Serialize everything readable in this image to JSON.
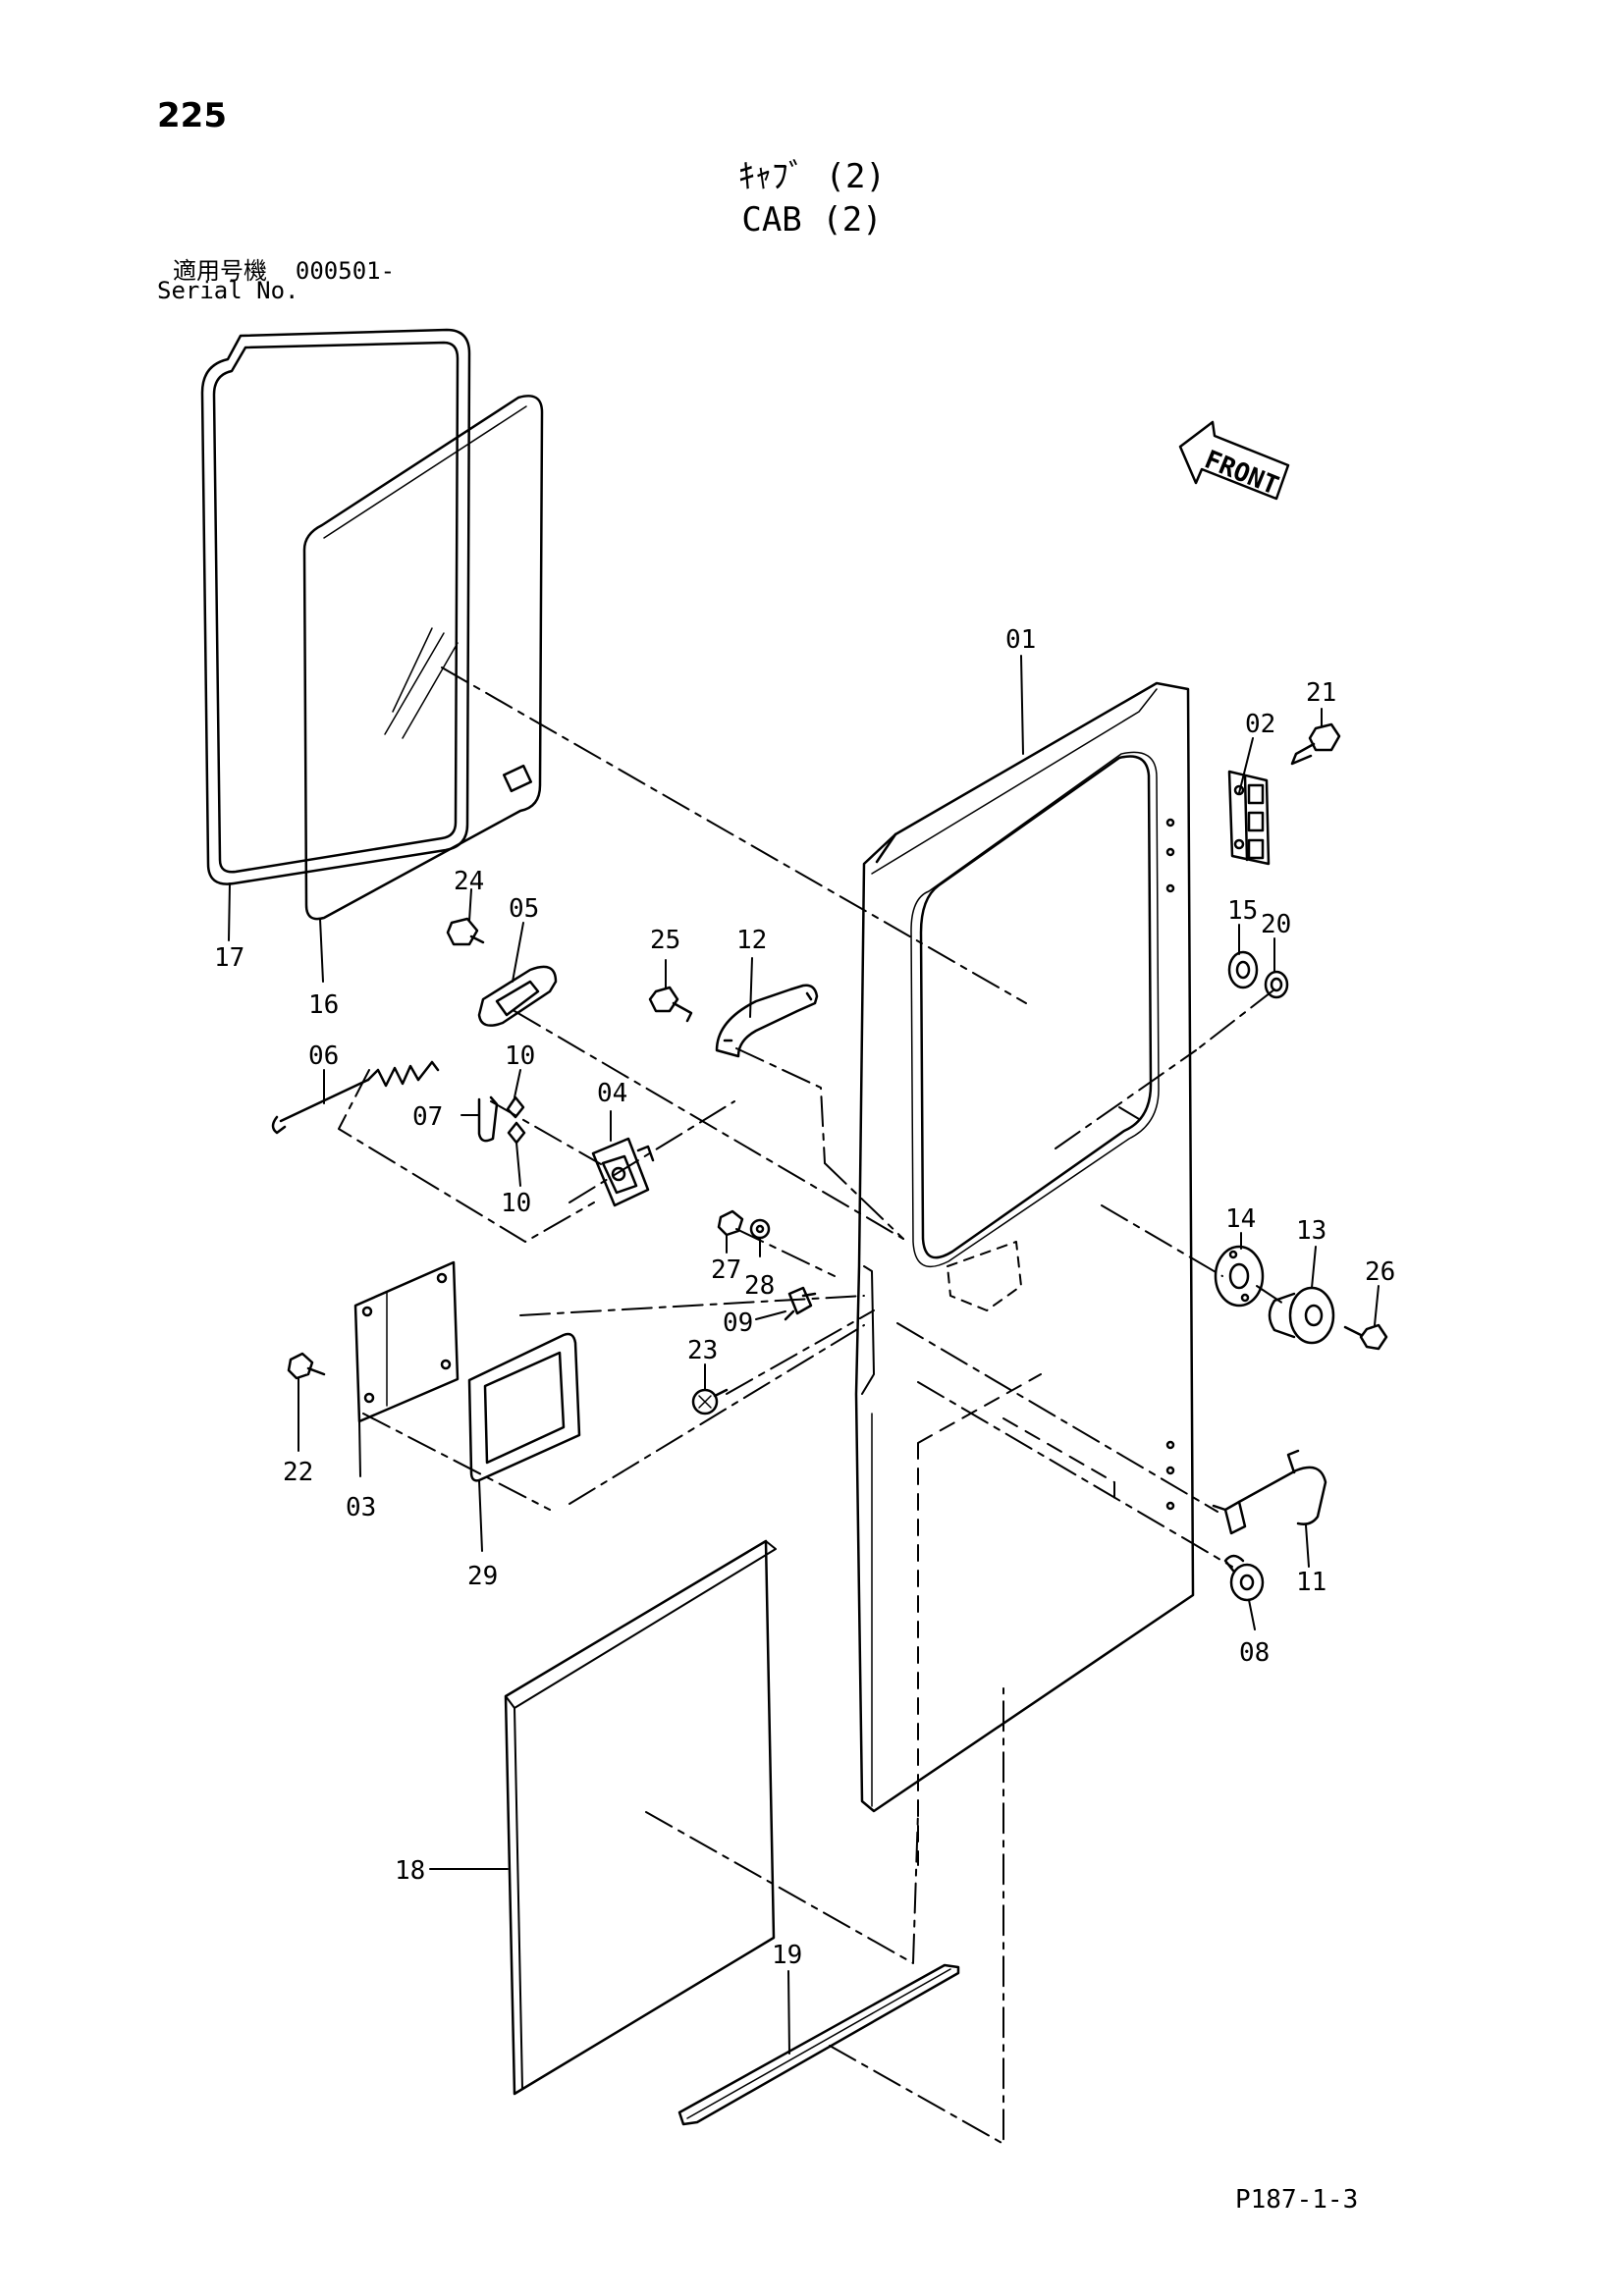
{
  "header": {
    "page_number": "225",
    "title_jp": "ｷｬﾌﾞ (2)",
    "title_en": "CAB (2)",
    "serial_label_jp": "適用号機  000501-",
    "serial_label_en": "Serial No."
  },
  "front_indicator": "FRONT",
  "callouts": [
    "01",
    "02",
    "03",
    "04",
    "05",
    "06",
    "07",
    "08",
    "09",
    "10",
    "10",
    "11",
    "12",
    "13",
    "14",
    "15",
    "16",
    "17",
    "18",
    "19",
    "20",
    "21",
    "22",
    "23",
    "24",
    "25",
    "26",
    "27",
    "28",
    "29"
  ],
  "footer": {
    "page_ref": "P187-1-3"
  }
}
